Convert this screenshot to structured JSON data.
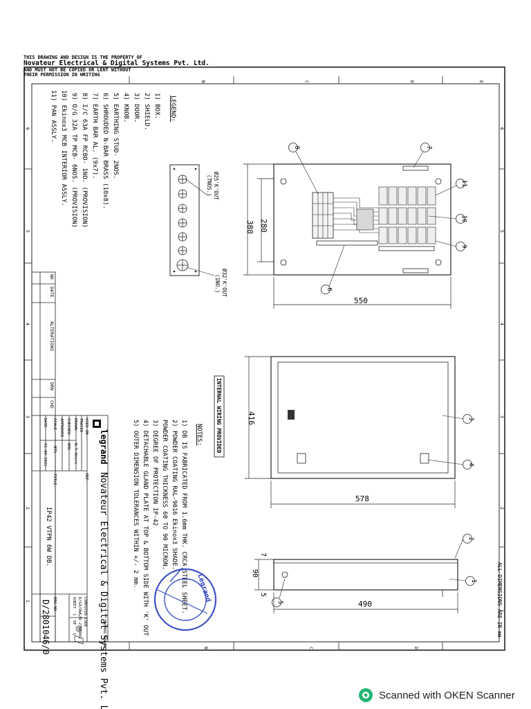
{
  "ownership": {
    "line1": "THIS DRAWING AND DESIGN IS THE PROPERTY OF",
    "line2": "Novateur Electrical & Digital Systems Pvt. Ltd.",
    "line3": "AND MUST NOT BE COPIED OR LENT WITHOUT",
    "line4": "THEIR PERMISSION IN WRITING"
  },
  "grid_letters": [
    "B",
    "C",
    "D",
    "E",
    "B",
    "C",
    "D"
  ],
  "grid_numbers": [
    "6",
    "5",
    "4",
    "3",
    "2",
    "1",
    "6",
    "5",
    "4",
    "3",
    "2",
    "1"
  ],
  "legend": {
    "title": "LEGEND:",
    "items": [
      "1) BOX.",
      "2) SHIELD.",
      "3) DOOR.",
      "4) KNOB.",
      "5) EARTHING STUD- 2NOS.",
      "6) SHROUDED N-BAR BRASS (10x8).",
      "7) EARTH BAR AL. (9x7).",
      "8) I/C 63A FP RCBO- 1NO. (PROVISION)",
      "9) O/G 32A TP MCB- 6NOS. (PROVISION)",
      "10) Ekinox3 MCB INTERIOR ASSLY.",
      "11) PAN ASSLY."
    ]
  },
  "gland": {
    "label_small": "Ø25'K'OUT",
    "label_small_qty": "(7NOS.)",
    "label_large": "Ø32'K'OUT",
    "label_large_qty": "(1NO.)"
  },
  "dimensions": {
    "d280": "280",
    "d380": "380",
    "d550": "550",
    "d416": "416",
    "d578": "578",
    "d7": "7",
    "d90": "90",
    "d5": "5",
    "d490": "490"
  },
  "balloons": [
    "1",
    "2",
    "3",
    "4",
    "5",
    "6",
    "7",
    "8",
    "9",
    "10",
    "11"
  ],
  "internal_wiring": "INTERNAL WIRING PROVIDED",
  "notes": {
    "title": "NOTES:",
    "items": [
      "1) DB IS FABRICATED FROM 1.6mm THK. CRCA STEEL SHEET.",
      "2) POWDER COATING RAL-9016 Ekinox3 SHADE.",
      "   POWDER COATING THICKNESS 60 TO 90 MICRON.",
      "3) DEGREE OF PROTECTION IP-42",
      "4) DETACHABLE GLAND PLATE AT TOP & BOTTOM SIDE WITH 'K' OUT",
      "5) OUTER DIMENSION TOLERANCES WITHIN +/- 2 mm."
    ]
  },
  "all_dimensions": "ALL DIMENSIONS ARE IN mm",
  "title_block": {
    "brand": "legrand",
    "company": "Novateur Electrical & Digital Systems Pvt. Ltd.",
    "address_tag": "AHMAD NAGAR",
    "used_on": "USED ON",
    "ref": "REF.",
    "traced": "TRACED",
    "drawn": "DRAWN",
    "drawn_by": "N.T.Ahire",
    "checked": "CHECKED",
    "checked_by": "RMS",
    "approved": "APPROVED",
    "scale": "SCALE",
    "scale_val": "NTS",
    "date_label": "DATE",
    "date_val": "01.04.2021",
    "title_label": "TITLE",
    "title_val": "IP42 VTPN 6W DB.",
    "computer_code_label": "COMPUTER CODE",
    "computer_code_val": "D/SA/DWG/D-2700001",
    "sheet_label": "SHEET",
    "sheet_val": "1",
    "of_label": "OF",
    "of_val": "1",
    "dwg_no_label": "DRG.NO.",
    "dwg_no_val": "D/2801046/0",
    "rev_cols": [
      "NO",
      "DATE",
      "ALTERATIONS",
      "DRN",
      "CHD"
    ]
  },
  "stamp_text": "Legrand",
  "footer": "Scanned with OKEN Scanner"
}
